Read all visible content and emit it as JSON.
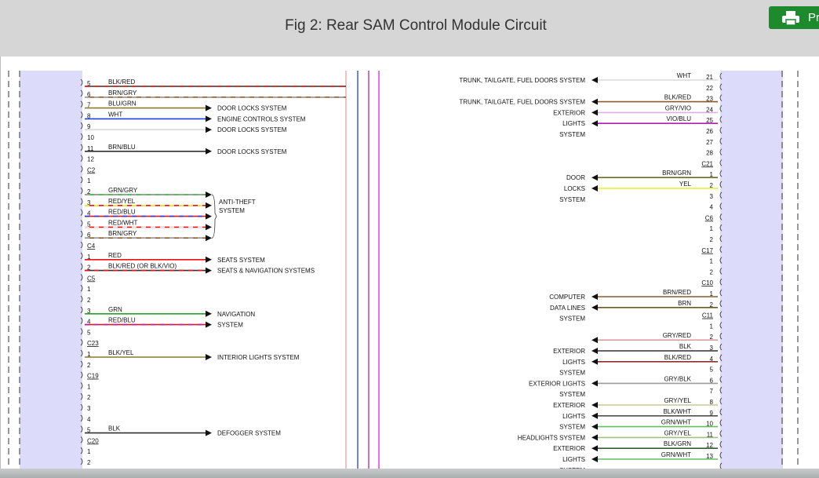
{
  "header": {
    "title": "Fig 2: Rear SAM Control Module Circuit",
    "print_label": "Pr"
  },
  "colors": {
    "connector_fill": "#dcdcfa",
    "BLK": "#303030",
    "BRN": "#8b5a2b",
    "BLU": "#2040e0",
    "RED": "#ee1111",
    "GRN": "#2aa02a",
    "YEL": "#ecec20",
    "WHT": "#e6e6e6",
    "VIO": "#b020b0",
    "GRY": "#9a9a9a",
    "OLIVE": "#8a7a30",
    "PINK": "#e070e0"
  },
  "left_side": [
    {
      "kind": "pin",
      "n": "5",
      "wire": "BLK/RED",
      "c": [
        "#303030",
        "#ee1111"
      ],
      "route": "top"
    },
    {
      "kind": "pin",
      "n": "6",
      "wire": "BRN/GRY",
      "c": [
        "#8b5a2b",
        "#9a9a9a"
      ],
      "route": "right"
    },
    {
      "kind": "pin",
      "n": "7",
      "wire": "BLU/GRN",
      "c": [
        "#8a7a30"
      ],
      "arrow": true,
      "dest": "DOOR LOCKS SYSTEM"
    },
    {
      "kind": "pin",
      "n": "8",
      "wire": "WHT",
      "c": [
        "#2040e0"
      ],
      "arrow": true,
      "dest": "ENGINE CONTROLS SYSTEM"
    },
    {
      "kind": "pin",
      "n": "9",
      "wire": "",
      "c": [
        "#d8d8d8"
      ],
      "arrow": true,
      "dest": "DOOR LOCKS SYSTEM"
    },
    {
      "kind": "pin",
      "n": "10"
    },
    {
      "kind": "pin",
      "n": "11",
      "wire": "BRN/BLU",
      "c": [
        "#303030"
      ],
      "arrow": true,
      "dest": "DOOR LOCKS SYSTEM"
    },
    {
      "kind": "pin",
      "n": "12"
    },
    {
      "kind": "conn",
      "name": "C2"
    },
    {
      "kind": "pin",
      "n": "1"
    },
    {
      "kind": "pin",
      "n": "2",
      "wire": "GRN/GRY",
      "c": [
        "#2aa02a",
        "#9a9a9a"
      ],
      "arrow": true
    },
    {
      "kind": "pin",
      "n": "3",
      "wire": "RED/YEL",
      "c": [
        "#ee1111",
        "#ecec20"
      ],
      "arrow": true,
      "dest": "ANTI-THEFT",
      "dest2": "SYSTEM"
    },
    {
      "kind": "pin",
      "n": "4",
      "wire": "RED/BLU",
      "c": [
        "#ee1111",
        "#2040e0"
      ],
      "arrow": true
    },
    {
      "kind": "pin",
      "n": "5",
      "wire": "RED/WHT",
      "c": [
        "#ee1111",
        "#e6e6e6"
      ],
      "arrow": true
    },
    {
      "kind": "pin",
      "n": "6",
      "wire": "BRN/GRY",
      "c": [
        "#8b5a2b",
        "#9a9a9a"
      ],
      "arrow": true
    },
    {
      "kind": "conn",
      "name": "C4"
    },
    {
      "kind": "pin",
      "n": "1",
      "wire": "RED",
      "c": [
        "#ee1111"
      ],
      "arrow": true,
      "dest": "SEATS SYSTEM"
    },
    {
      "kind": "pin",
      "n": "2",
      "wire": "BLK/RED   (OR BLK/VIO)",
      "c": [
        "#303030",
        "#ee1111"
      ],
      "arrow": true,
      "dest": "SEATS & NAVIGATION SYSTEMS"
    },
    {
      "kind": "conn",
      "name": "C5"
    },
    {
      "kind": "pin",
      "n": "1"
    },
    {
      "kind": "pin",
      "n": "2"
    },
    {
      "kind": "pin",
      "n": "3",
      "wire": "GRN",
      "c": [
        "#2aa02a"
      ],
      "arrow": true,
      "dest": "NAVIGATION"
    },
    {
      "kind": "pin",
      "n": "4",
      "wire": "RED/BLU",
      "c": [
        "#ee1111",
        "#b020b0"
      ],
      "arrow": true,
      "dest": "SYSTEM"
    },
    {
      "kind": "pin",
      "n": "5"
    },
    {
      "kind": "conn",
      "name": "C23"
    },
    {
      "kind": "pin",
      "n": "1",
      "wire": "BLK/YEL",
      "c": [
        "#8a7a30"
      ],
      "arrow": true,
      "dest": "INTERIOR LIGHTS SYSTEM"
    },
    {
      "kind": "pin",
      "n": "2"
    },
    {
      "kind": "conn",
      "name": "C19"
    },
    {
      "kind": "pin",
      "n": "1"
    },
    {
      "kind": "pin",
      "n": "2"
    },
    {
      "kind": "pin",
      "n": "3"
    },
    {
      "kind": "pin",
      "n": "4"
    },
    {
      "kind": "pin",
      "n": "5",
      "wire": "BLK",
      "c": [
        "#303030"
      ],
      "arrow": true,
      "dest": "DEFOGGER SYSTEM"
    },
    {
      "kind": "conn",
      "name": "C20"
    },
    {
      "kind": "pin",
      "n": "1"
    },
    {
      "kind": "pin",
      "n": "2"
    }
  ],
  "right_side": [
    {
      "kind": "pin",
      "n": "21",
      "wire": "WHT",
      "c": [
        "#d8d8d8"
      ],
      "arrow": true,
      "dest": "TRUNK, TAILGATE, FUEL DOORS SYSTEM"
    },
    {
      "kind": "pin",
      "n": "22"
    },
    {
      "kind": "pin",
      "n": "23",
      "wire": "BLK/RED",
      "c": [
        "#8b5a2b"
      ],
      "arrow": true,
      "dest": "TRUNK, TAILGATE, FUEL DOORS SYSTEM"
    },
    {
      "kind": "pin",
      "n": "24",
      "wire": "GRY/VIO",
      "c": [
        "#e0b0e0"
      ],
      "arrow": true,
      "dest": "EXTERIOR"
    },
    {
      "kind": "pin",
      "n": "25",
      "wire": "VIO/BLU",
      "c": [
        "#b020b0"
      ],
      "arrow": true,
      "dest": "LIGHTS"
    },
    {
      "kind": "pin",
      "n": "26",
      "dest": "SYSTEM"
    },
    {
      "kind": "pin",
      "n": "27"
    },
    {
      "kind": "pin",
      "n": "28"
    },
    {
      "kind": "conn",
      "name": "C21"
    },
    {
      "kind": "pin",
      "n": "1",
      "wire": "BRN/GRN",
      "c": [
        "#6a6a20"
      ],
      "arrow": true,
      "dest": "DOOR"
    },
    {
      "kind": "pin",
      "n": "2",
      "wire": "YEL",
      "c": [
        "#ecec20"
      ],
      "arrow": true,
      "dest": "LOCKS"
    },
    {
      "kind": "pin",
      "n": "3",
      "dest": "SYSTEM"
    },
    {
      "kind": "pin",
      "n": "4"
    },
    {
      "kind": "conn",
      "name": "C6"
    },
    {
      "kind": "pin",
      "n": "1"
    },
    {
      "kind": "pin",
      "n": "2"
    },
    {
      "kind": "conn",
      "name": "C17"
    },
    {
      "kind": "pin",
      "n": "1"
    },
    {
      "kind": "pin",
      "n": "2"
    },
    {
      "kind": "conn",
      "name": "C10"
    },
    {
      "kind": "pin",
      "n": "1",
      "wire": "BRN/RED",
      "c": [
        "#8b5a2b"
      ],
      "arrow": true,
      "dest": "COMPUTER"
    },
    {
      "kind": "pin",
      "n": "2",
      "wire": "BRN",
      "c": [
        "#6a5a20"
      ],
      "arrow": true,
      "dest": "DATA LINES"
    },
    {
      "kind": "conn",
      "name": "C11",
      "dest": "SYSTEM"
    },
    {
      "kind": "pin",
      "n": "1"
    },
    {
      "kind": "pin",
      "n": "2",
      "wire": "GRY/RED",
      "c": [
        "#d8a0a0"
      ],
      "arrow": true
    },
    {
      "kind": "pin",
      "n": "3",
      "wire": "BLK",
      "c": [
        "#303030"
      ],
      "arrow": true,
      "dest": "EXTERIOR"
    },
    {
      "kind": "pin",
      "n": "4",
      "wire": "BLK/RED",
      "c": [
        "#8b3030"
      ],
      "arrow": true,
      "dest": "LIGHTS"
    },
    {
      "kind": "pin",
      "n": "5",
      "dest": "SYSTEM"
    },
    {
      "kind": "pin",
      "n": "6",
      "wire": "GRY/BLK",
      "c": [
        "#9a9a9a"
      ],
      "arrow": true,
      "dest": "EXTERIOR LIGHTS"
    },
    {
      "kind": "pin",
      "n": "7",
      "dest": "SYSTEM"
    },
    {
      "kind": "pin",
      "n": "8",
      "wire": "GRY/YEL",
      "c": [
        "#c8c890"
      ],
      "arrow": true,
      "dest": "EXTERIOR"
    },
    {
      "kind": "pin",
      "n": "9",
      "wire": "BLK/WHT",
      "c": [
        "#505050"
      ],
      "arrow": true,
      "dest": "LIGHTS"
    },
    {
      "kind": "pin",
      "n": "10",
      "wire": "GRN/WHT",
      "c": [
        "#60c060"
      ],
      "arrow": true,
      "dest": "SYSTEM"
    },
    {
      "kind": "pin",
      "n": "11",
      "wire": "GRY/YEL",
      "c": [
        "#a0c080"
      ],
      "arrow": true,
      "dest": "HEADLIGHTS SYSTEM"
    },
    {
      "kind": "pin",
      "n": "12",
      "wire": "BLK/GRN",
      "c": [
        "#306030"
      ],
      "arrow": true,
      "dest": "EXTERIOR"
    },
    {
      "kind": "pin",
      "n": "13",
      "wire": "GRN/WHT",
      "c": [
        "#60c060"
      ],
      "arrow": true,
      "dest": "LIGHTS"
    },
    {
      "kind": "pin",
      "n": "",
      "dest": "SYSTEM"
    }
  ]
}
